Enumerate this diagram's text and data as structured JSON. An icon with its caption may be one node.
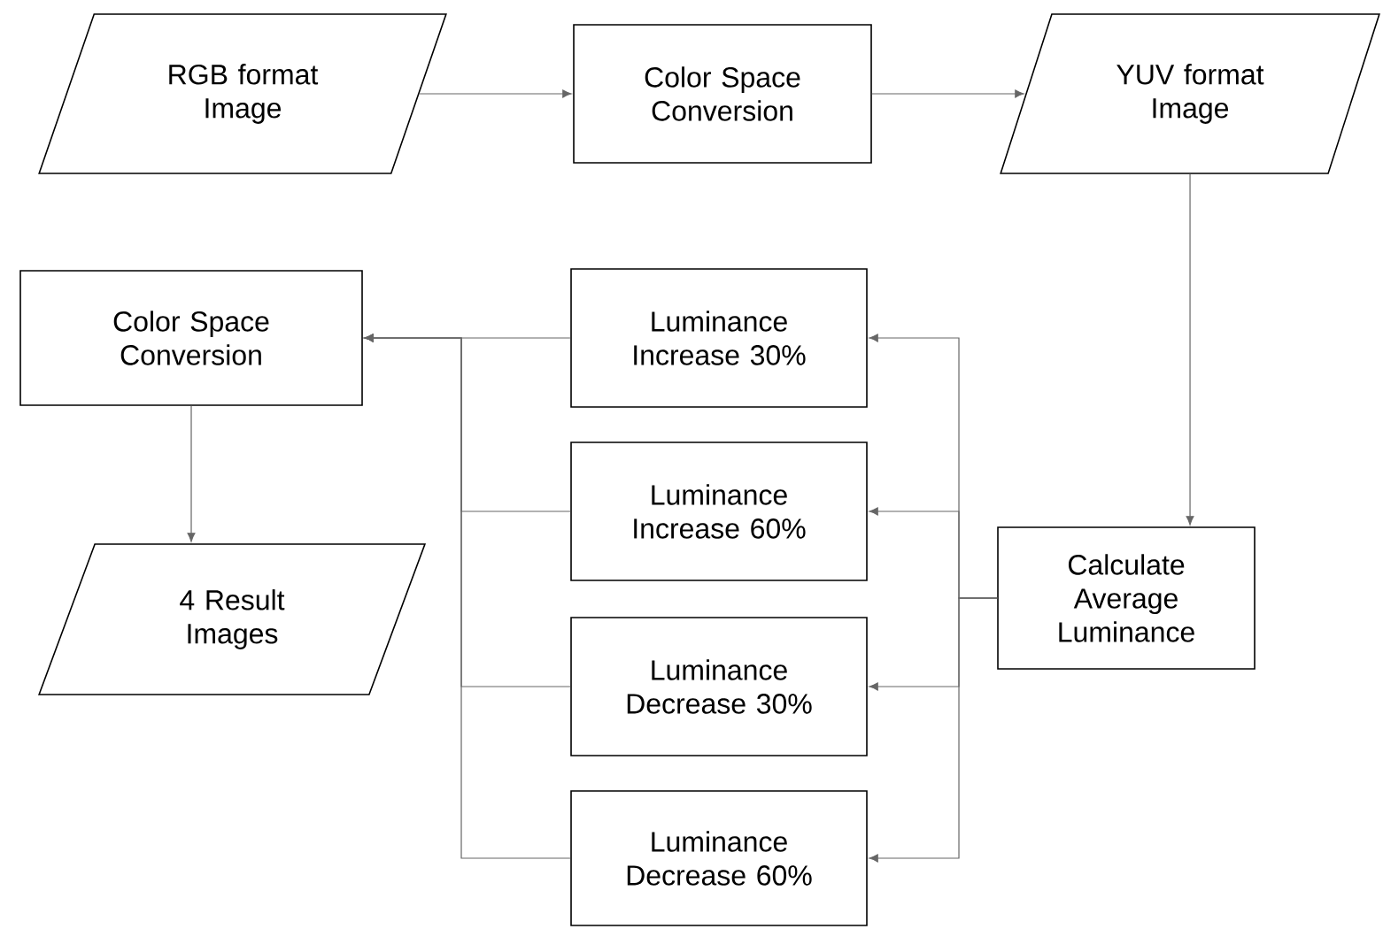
{
  "diagram": {
    "nodes": [
      {
        "text": [
          "RGB format Image"
        ]
      },
      {
        "text": [
          "Color Space Conversion"
        ]
      },
      {
        "text": [
          "YUV format Image"
        ]
      },
      {
        "text": [
          "Color Space Conversion"
        ]
      },
      {
        "text": [
          "Luminance Increase 30%"
        ]
      },
      {
        "text": [
          "Luminance Increase 60%"
        ]
      },
      {
        "text": [
          "Luminance Decrease 30%"
        ]
      },
      {
        "text": [
          "Luminance Decrease 60%"
        ]
      },
      {
        "text": [
          "Calculate Average Luminance"
        ]
      },
      {
        "text": [
          "4 Result Images"
        ]
      }
    ],
    "edges": [
      {
        "from": 0,
        "to": 1,
        "arrow": "to"
      },
      {
        "from": 1,
        "to": 2,
        "arrow": "to"
      },
      {
        "from": 2,
        "to": 8,
        "arrow": "to"
      },
      {
        "from": 8,
        "to": 4,
        "arrow": "to"
      },
      {
        "from": 8,
        "to": 5,
        "arrow": "to"
      },
      {
        "from": 8,
        "to": 6,
        "arrow": "to"
      },
      {
        "from": 8,
        "to": 7,
        "arrow": "to"
      },
      {
        "from": 4,
        "to": 3,
        "arrow": "to"
      },
      {
        "from": 5,
        "to": 3,
        "arrow": "to"
      },
      {
        "from": 6,
        "to": 3,
        "arrow": "to"
      },
      {
        "from": 7,
        "to": 3,
        "arrow": "to"
      },
      {
        "from": 3,
        "to": 9,
        "arrow": "to"
      }
    ]
  }
}
